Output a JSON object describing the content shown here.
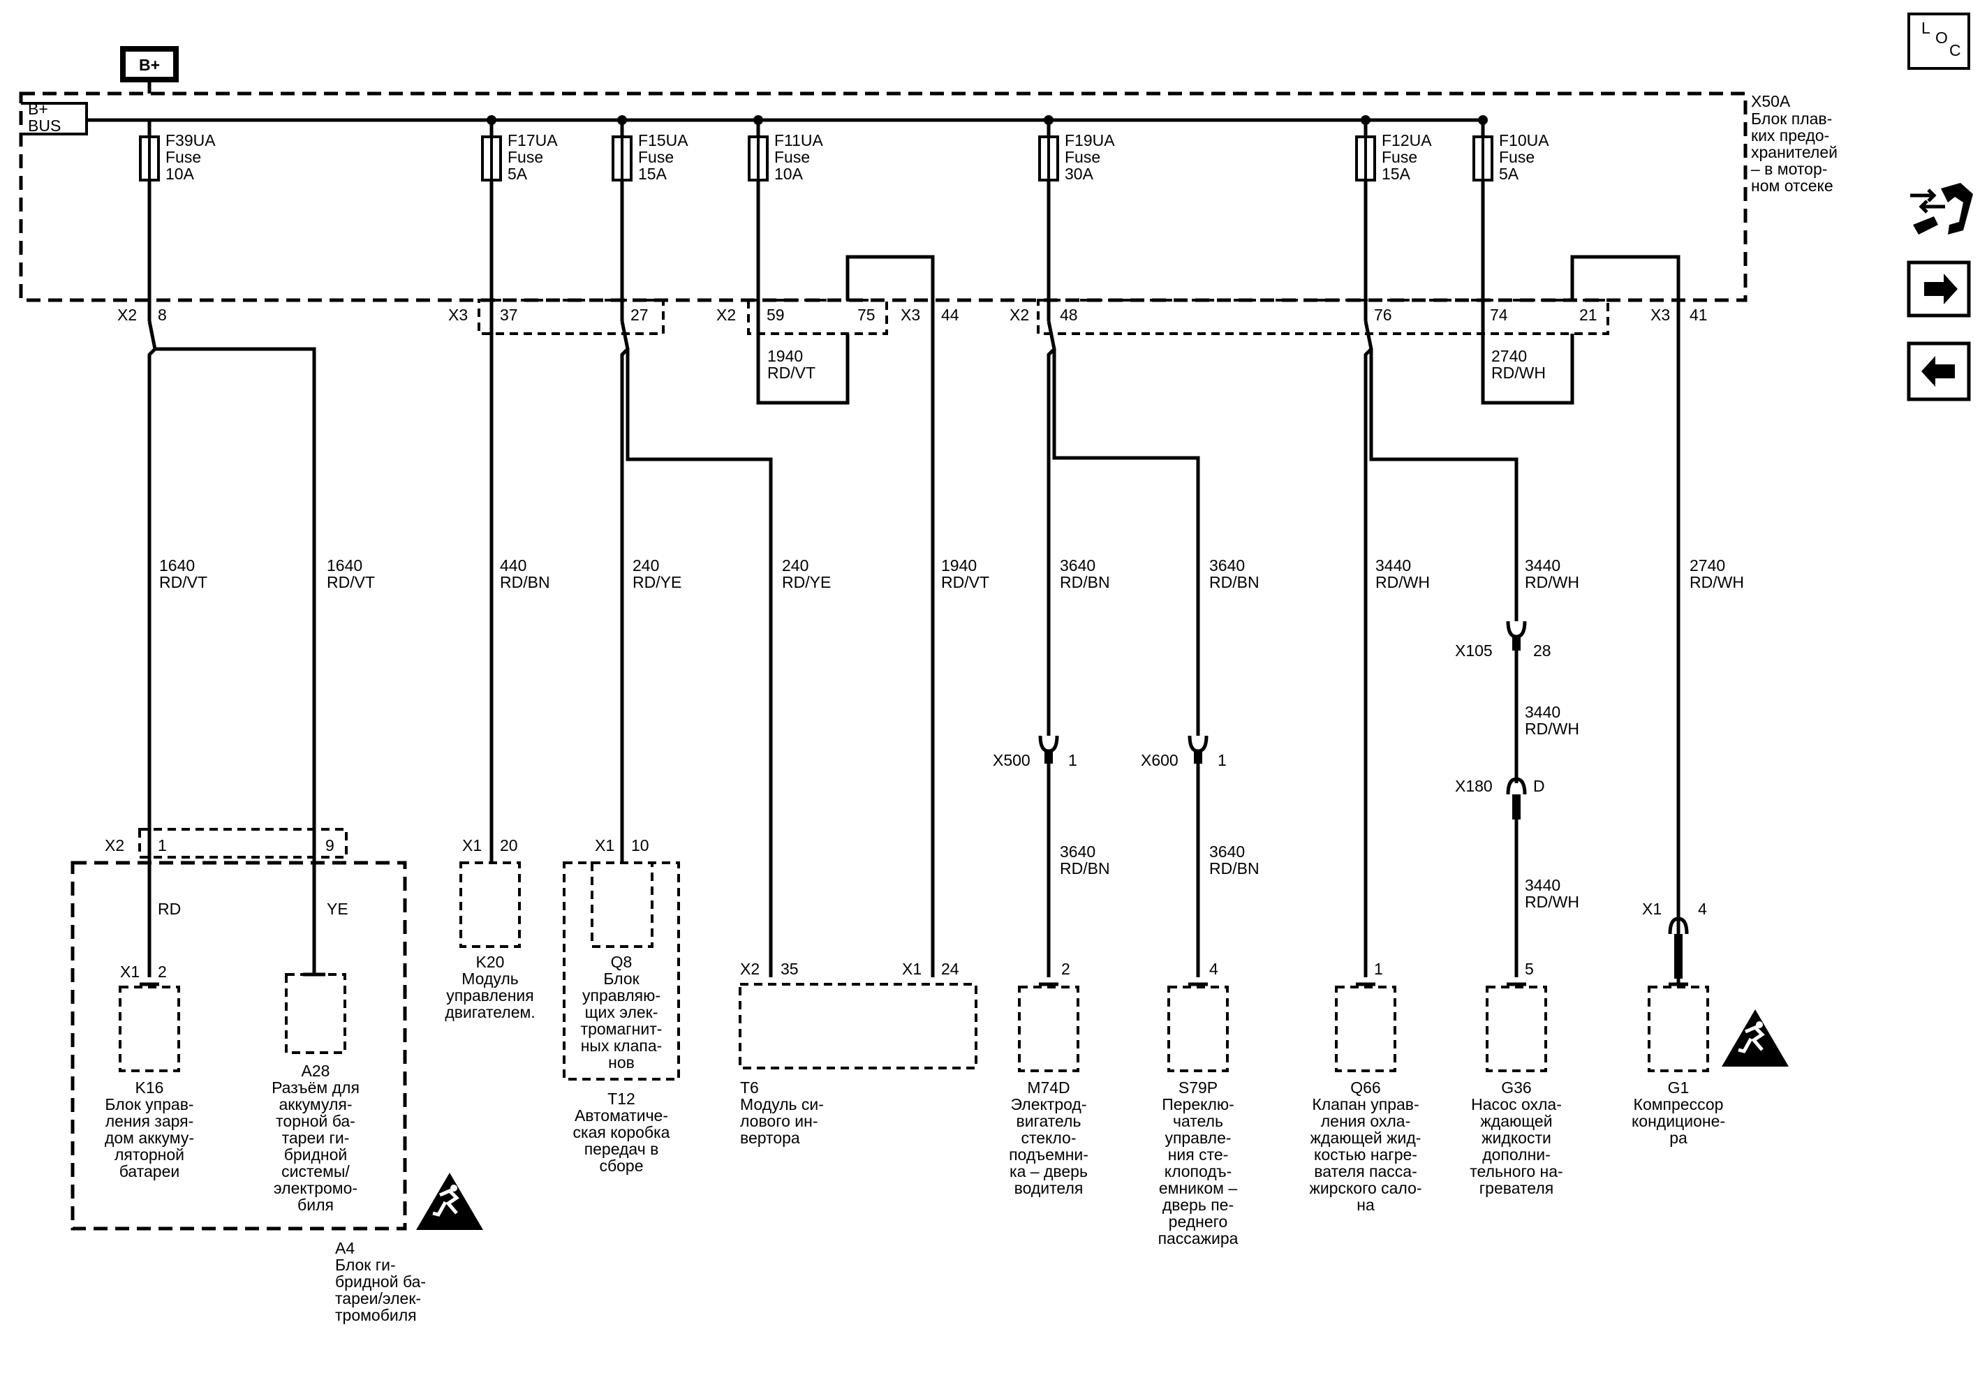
{
  "bplus_box": "B+",
  "bus_label": [
    "B+",
    "BUS"
  ],
  "fuse_block": {
    "id": "X50A",
    "desc": [
      "Блок плав-",
      "ких предо-",
      "хранителей",
      "– в мотор-",
      "ном отсеке"
    ]
  },
  "fuses": [
    {
      "id": "F39UA",
      "type": "Fuse",
      "rating": "10A"
    },
    {
      "id": "F17UA",
      "type": "Fuse",
      "rating": "5A"
    },
    {
      "id": "F15UA",
      "type": "Fuse",
      "rating": "15A"
    },
    {
      "id": "F11UA",
      "type": "Fuse",
      "rating": "10A"
    },
    {
      "id": "F19UA",
      "type": "Fuse",
      "rating": "30A"
    },
    {
      "id": "F12UA",
      "type": "Fuse",
      "rating": "15A"
    },
    {
      "id": "F10UA",
      "type": "Fuse",
      "rating": "5A"
    }
  ],
  "connector_labels": {
    "x2_a": "X2",
    "p8": "8",
    "x3_a": "X3",
    "p37": "37",
    "p27": "27",
    "x2_b": "X2",
    "p59": "59",
    "p75": "75",
    "x3_b": "X3",
    "p44": "44",
    "x2_c": "X2",
    "p48": "48",
    "p76": "76",
    "p74": "74",
    "p21": "21",
    "x3_c": "X3",
    "p41": "41",
    "x105": "X105",
    "p28": "28",
    "x180": "X180",
    "pD": "D",
    "x500": "X500",
    "p1a": "1",
    "x600": "X600",
    "p1b": "1",
    "x1_g1": "X1",
    "p4_g1": "4",
    "a4_x2": "X2",
    "a4_p1": "1",
    "a4_p9": "9",
    "k16_x1": "X1",
    "k16_p2": "2",
    "k20_x1": "X1",
    "k20_p20": "20",
    "t12_x1": "X1",
    "t12_p10": "10",
    "t6_x2": "X2",
    "t6_p35": "35",
    "t6_x1": "X1",
    "t6_p24": "24",
    "m74d_p": "2",
    "s79p_p": "4",
    "q66_p": "1",
    "g36_p": "5"
  },
  "wires": {
    "w1940_top": [
      "1940",
      "RD/VT"
    ],
    "w2740_top": [
      "2740",
      "RD/WH"
    ],
    "w1640_a": [
      "1640",
      "RD/VT"
    ],
    "w1640_b": [
      "1640",
      "RD/VT"
    ],
    "w440": [
      "440",
      "RD/BN"
    ],
    "w240_a": [
      "240",
      "RD/YE"
    ],
    "w240_b": [
      "240",
      "RD/YE"
    ],
    "w1940": [
      "1940",
      "RD/VT"
    ],
    "w3640_a": [
      "3640",
      "RD/BN"
    ],
    "w3640_b": [
      "3640",
      "RD/BN"
    ],
    "w3440_a": [
      "3440",
      "RD/WH"
    ],
    "w3440_b": [
      "3440",
      "RD/WH"
    ],
    "w2740": [
      "2740",
      "RD/WH"
    ],
    "w3440_c": [
      "3440",
      "RD/WH"
    ],
    "w3640_c": [
      "3640",
      "RD/BN"
    ],
    "w3640_d": [
      "3640",
      "RD/BN"
    ],
    "w3440_d": [
      "3440",
      "RD/WH"
    ],
    "w_rd": "RD",
    "w_ye": "YE"
  },
  "components": {
    "k16": {
      "id": "K16",
      "desc": [
        "Блок управ-",
        "ления заря-",
        "дом аккуму-",
        "ляторной",
        "батареи"
      ]
    },
    "a28": {
      "id": "A28",
      "desc": [
        "Разъём для",
        "аккумуля-",
        "торной ба-",
        "тареи ги-",
        "бридной",
        "системы/",
        "электромо-",
        "биля"
      ]
    },
    "a4": {
      "id": "A4",
      "desc": [
        "Блок ги-",
        "бридной ба-",
        "тареи/элек-",
        "тромобиля"
      ]
    },
    "k20": {
      "id": "K20",
      "desc": [
        "Модуль",
        "управления",
        "двигателем."
      ]
    },
    "q8": {
      "id": "Q8",
      "desc": [
        "Блок",
        "управляю-",
        "щих элек-",
        "тромагнит-",
        "ных клапа-",
        "нов"
      ]
    },
    "t12": {
      "id": "T12",
      "desc": [
        "Автоматиче-",
        "ская коробка",
        "передач в",
        "сборе"
      ]
    },
    "t6": {
      "id": "T6",
      "desc": [
        "Модуль си-",
        "лового ин-",
        "вертора"
      ]
    },
    "m74d": {
      "id": "M74D",
      "desc": [
        "Электрод-",
        "вигатель",
        "стекло-",
        "подъемни-",
        "ка – дверь",
        "водителя"
      ]
    },
    "s79p": {
      "id": "S79P",
      "desc": [
        "Переклю-",
        "чатель",
        "управле-",
        "ния сте-",
        "клоподъ-",
        "емником –",
        "дверь пе-",
        "реднего",
        "пассажира"
      ]
    },
    "q66": {
      "id": "Q66",
      "desc": [
        "Клапан управ-",
        "ления охла-",
        "ждающей жид-",
        "костью нагре-",
        "вателя пасса-",
        "жирского сало-",
        "на"
      ]
    },
    "g36": {
      "id": "G36",
      "desc": [
        "Насос охла-",
        "ждающей",
        "жидкости",
        "дополни-",
        "тельного на-",
        "гревателя"
      ]
    },
    "g1": {
      "id": "G1",
      "desc": [
        "Компрессор",
        "кондиционе-",
        "ра"
      ]
    }
  },
  "nav": {
    "loc_l": "L",
    "loc_o": "O",
    "loc_c": "C"
  }
}
